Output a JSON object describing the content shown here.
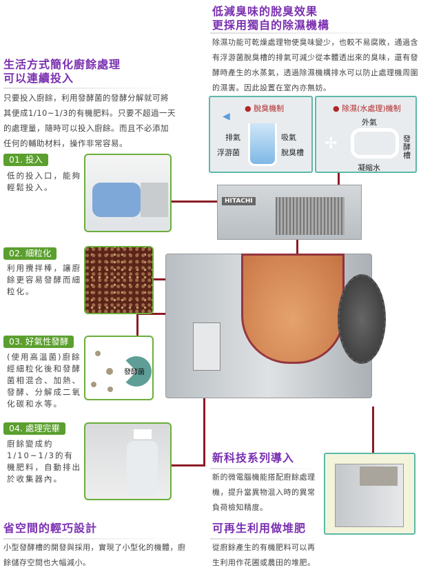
{
  "left_intro": {
    "title_line1": "生活方式簡化廚餘處理",
    "title_line2": "可以連續投入",
    "body": "只要投入廚餘，利用發酵菌的發酵分解就可將其便成1/10~1/3的有機肥料。只要不超過一天的處理量，隨時可以投入廚餘。而且不必添加任何的輔助材料，操作非常容易。"
  },
  "steps": [
    {
      "label": "01. 投入",
      "text": "低的投入口，能夠輕鬆投入。"
    },
    {
      "label": "02. 細粒化",
      "text": "利用攪拌棒，讓廚餘更容易發酵而細粒化。"
    },
    {
      "label": "03. 好氣性發酵",
      "text": "(使用高溫菌)廚餘經細粒化後和發酵菌相混合、加熱、發酵、分解成二氧化碳和水等。",
      "illustration_label": "發酵菌"
    },
    {
      "label": "04. 處理完畢",
      "text": "廚餘變成約1/10~1/3的有機肥料，自動排出於收集器內。"
    }
  ],
  "deodor": {
    "title_line1": "低減臭味的脫臭效果",
    "title_line2": "更採用獨自的除濕機構",
    "body": "除濕功能可乾燥處理物使臭味變少，也較不易腐敗，通過含有浮游菌脫臭槽的排氣可減少從本體透出來的臭味，還有發酵時產生的水蒸氣，透過除濕機構排水可以防止處理機周圍的濕害。因此設置在室內亦無妨。"
  },
  "diagram_left": {
    "heading": "● 脫臭機制",
    "exhaust": "排氣",
    "intake": "吸氣",
    "bacteria": "浮游菌",
    "tank": "脫臭槽"
  },
  "diagram_right": {
    "heading": "● 除濕(水處理)機制",
    "outside_air": "外氣",
    "fermenter": "發酵槽",
    "condensate": "凝縮水"
  },
  "machine": {
    "brand": "HITACHI"
  },
  "new_tech": {
    "title": "新科技系列導入",
    "body": "新的微電腦機能搭配廚餘處理機，提升當異物混入時的異常負荷檢知精度。"
  },
  "space": {
    "title": "省空間的輕巧設計",
    "body": "小型發酵槽的開發與採用，實現了小型化的機體，廚餘儲存空間也大幅減小。"
  },
  "recycle": {
    "title": "可再生利用做堆肥",
    "body": "從廚餘產生的有機肥料可以再生利用作花圃或農田的堆肥。"
  }
}
